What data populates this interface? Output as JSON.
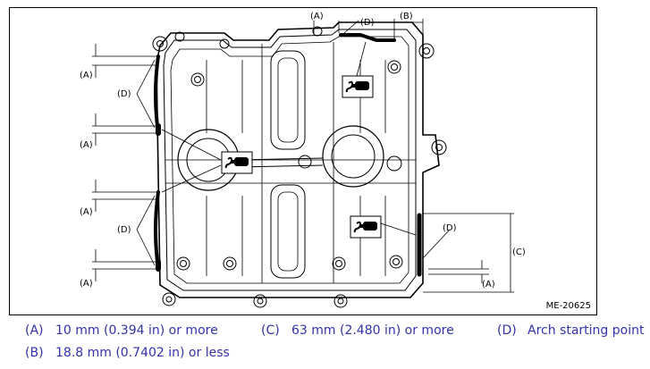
{
  "figure": {
    "id": "ME-20625",
    "callouts": {
      "a": "(A)",
      "b": "(B)",
      "c": "(C)",
      "d": "(D)"
    }
  },
  "legend": {
    "color": "#3333aa",
    "items": [
      {
        "key": "(A)",
        "text": "10 mm (0.394 in) or more"
      },
      {
        "key": "(C)",
        "text": "63 mm (2.480 in) or more"
      },
      {
        "key": "(D)",
        "text": "Arch starting point"
      },
      {
        "key": "(B)",
        "text": "18.8 mm (0.7402 in) or less"
      }
    ]
  },
  "icons": [
    "sealant-tube-icon"
  ]
}
